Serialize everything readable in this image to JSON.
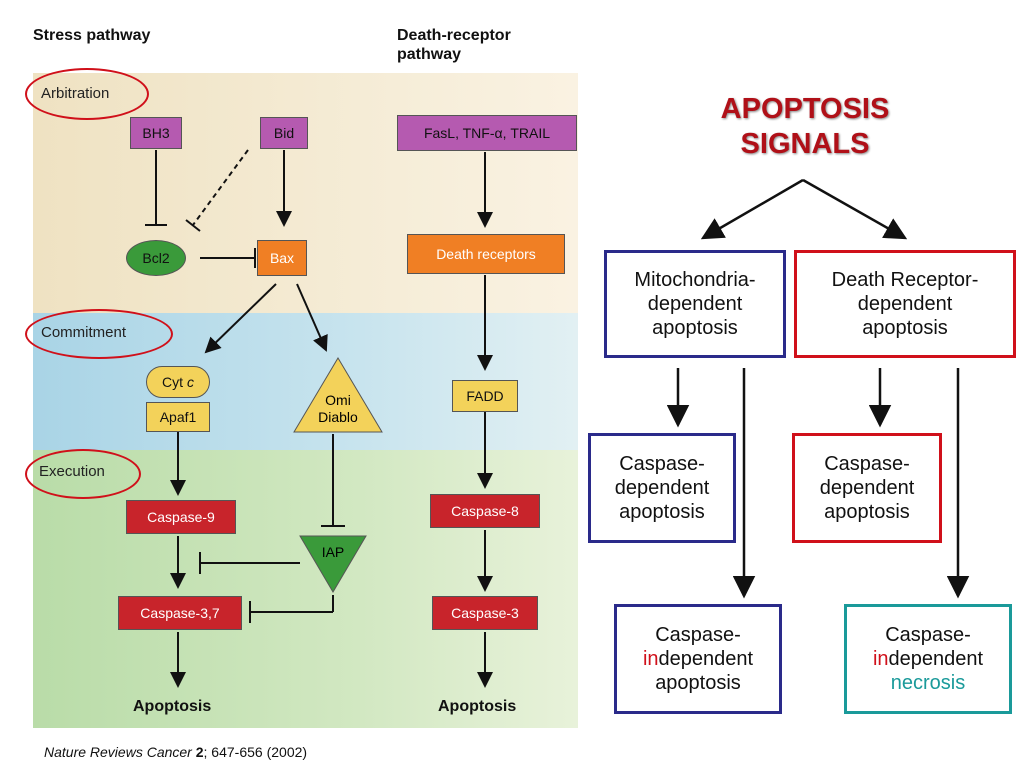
{
  "left_diagram": {
    "headers": {
      "stress": "Stress pathway",
      "death_receptor_line1": "Death-receptor",
      "death_receptor_line2": "pathway"
    },
    "stages": {
      "arbitration": "Arbitration",
      "commitment": "Commitment",
      "execution": "Execution"
    },
    "nodes": {
      "bh3": "BH3",
      "bid": "Bid",
      "fasl": "FasL, TNF-α, TRAIL",
      "bcl2": "Bcl2",
      "bax": "Bax",
      "death_receptors": "Death receptors",
      "cyt": "Cyt",
      "cyt_italic": "c",
      "apaf1": "Apaf1",
      "omi": "Omi",
      "diablo": "Diablo",
      "fadd": "FADD",
      "caspase9": "Caspase-9",
      "iap": "IAP",
      "caspase8": "Caspase-8",
      "caspase37": "Caspase-3,7",
      "caspase3": "Caspase-3"
    },
    "outcomes": {
      "left": "Apoptosis",
      "right": "Apoptosis"
    },
    "citation": {
      "journal": "Nature Reviews Cancer",
      "volume": "2",
      "rest": "; 647-656 (2002)"
    }
  },
  "right_diagram": {
    "title_line1": "APOPTOSIS",
    "title_line2": "SIGNALS",
    "mito": [
      "Mitochondria-",
      "dependent",
      "apoptosis"
    ],
    "death_receptor": [
      "Death Receptor-",
      "dependent",
      "apoptosis"
    ],
    "casp_dep_left": [
      "Caspase-",
      "dependent",
      "apoptosis"
    ],
    "casp_dep_right": [
      "Caspase-",
      "dependent",
      "apoptosis"
    ],
    "casp_indep_apoptosis": {
      "line1": "Caspase-",
      "prefix": "in",
      "rest": "dependent",
      "line3": "apoptosis"
    },
    "casp_indep_necrosis": {
      "line1": "Caspase-",
      "prefix": "in",
      "rest": "dependent",
      "line3": "necrosis"
    }
  },
  "colors": {
    "title_red": "#b01018",
    "mito_border": "#2a2a8a",
    "receptor_border": "#d0101a",
    "necrosis_teal": "#1a9a9a"
  }
}
